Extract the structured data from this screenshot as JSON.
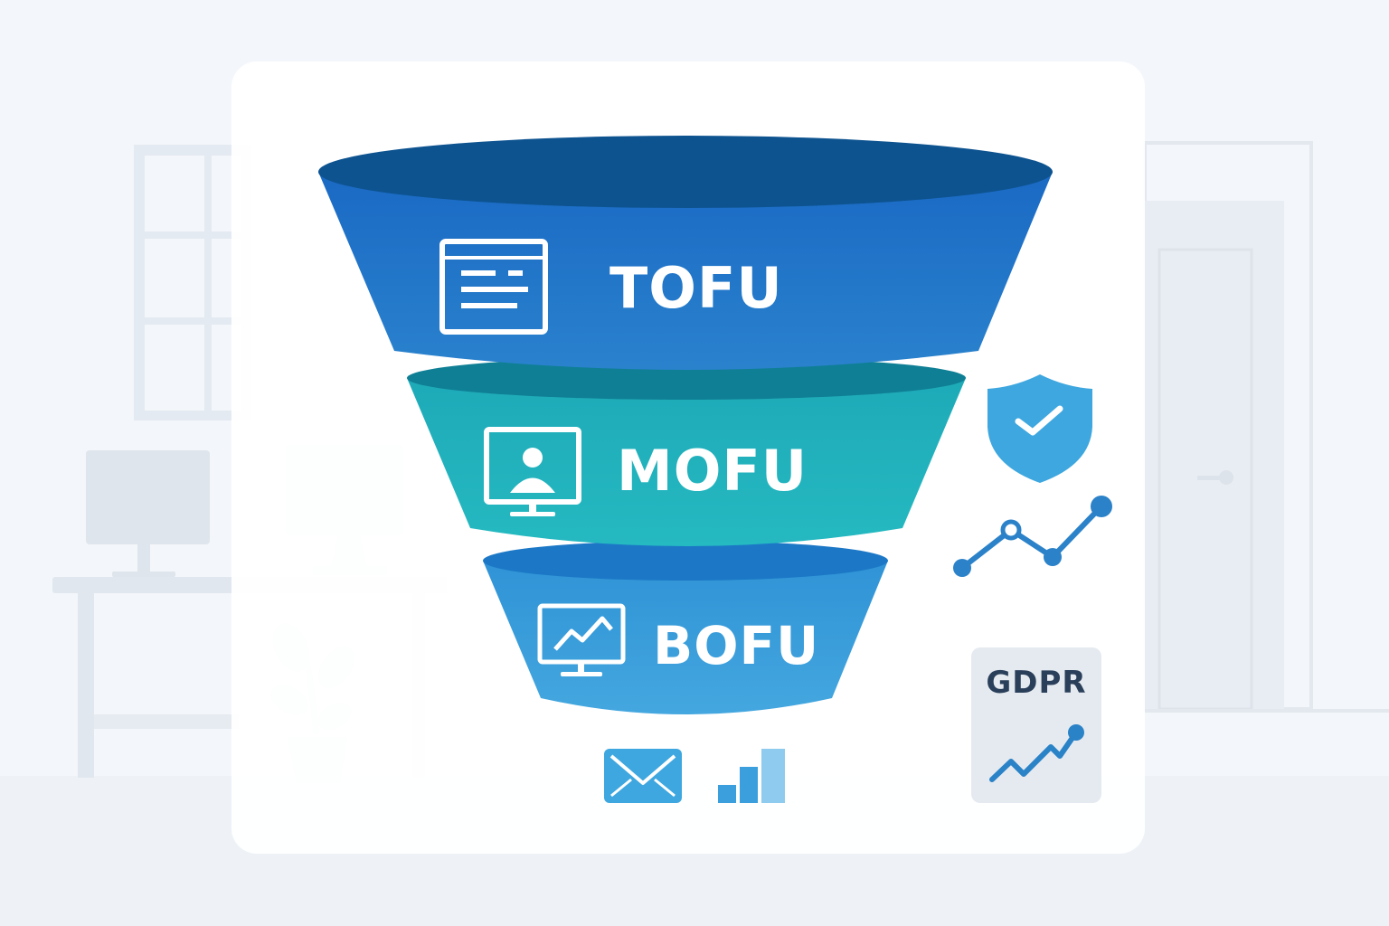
{
  "funnel": {
    "stages": [
      {
        "label": "TOFU",
        "icon": "document-icon",
        "color": "#1e73c8"
      },
      {
        "label": "MOFU",
        "icon": "user-monitor-icon",
        "color": "#22b3bd"
      },
      {
        "label": "BOFU",
        "icon": "chart-monitor-icon",
        "color": "#3a9edb"
      }
    ]
  },
  "side_icons": {
    "shield": "shield-check-icon",
    "trend": "line-trend-icon",
    "gdpr_card": {
      "label": "GDPR",
      "icon": "gdpr-document-icon"
    },
    "email": "email-icon",
    "bars": "bar-chart-icon"
  },
  "colors": {
    "background": "#f3f6fa",
    "card": "#ffffff",
    "tofu": "#1e73c8",
    "mofu": "#22b3bd",
    "bofu": "#3a9edb",
    "accent": "#2b82c9"
  }
}
